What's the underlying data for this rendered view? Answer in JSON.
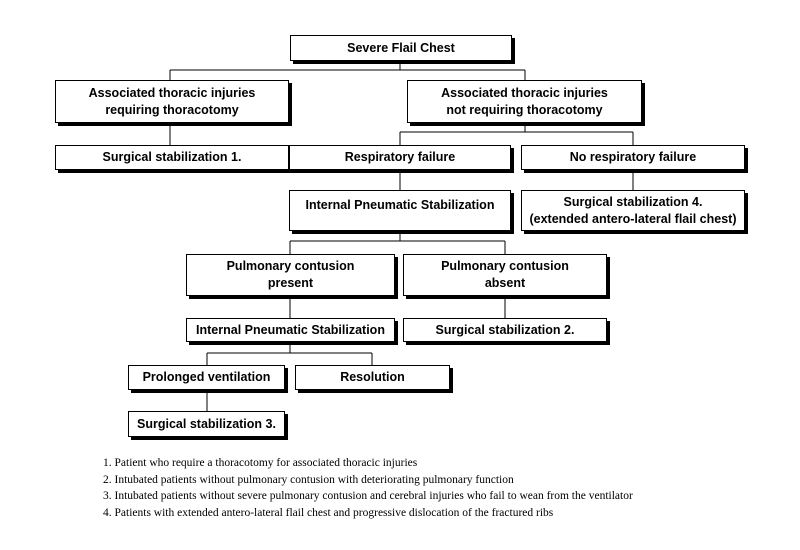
{
  "boxes": {
    "root": "Severe Flail Chest",
    "assoc_thoracotomy": "Associated thoracic injuries\nrequiring thoracotomy",
    "assoc_no_thoracotomy": "Associated thoracic injuries\nnot requiring thoracotomy",
    "surgical_1": "Surgical stabilization 1.",
    "respiratory_failure": "Respiratory failure",
    "no_respiratory_failure": "No respiratory failure",
    "internal_pneumatic_1": "Internal Pneumatic Stabilization",
    "surgical_4": "Surgical stabilization 4.\n(extended antero-lateral flail chest)",
    "pulm_contusion_present": "Pulmonary contusion\npresent",
    "pulm_contusion_absent": "Pulmonary contusion\nabsent",
    "internal_pneumatic_2": "Internal Pneumatic Stabilization",
    "surgical_2": "Surgical stabilization 2.",
    "prolonged_ventilation": "Prolonged ventilation",
    "resolution": "Resolution",
    "surgical_3": "Surgical stabilization 3."
  },
  "notes": [
    "1. Patient who require a thoracotomy for associated thoracic injuries",
    "2. Intubated patients without pulmonary contusion with deteriorating pulmonary function",
    "3. Intubated patients without severe pulmonary contusion and cerebral injuries who fail to wean from the ventilator",
    "4. Patients with extended antero-lateral flail chest and progressive dislocation of the fractured ribs"
  ]
}
